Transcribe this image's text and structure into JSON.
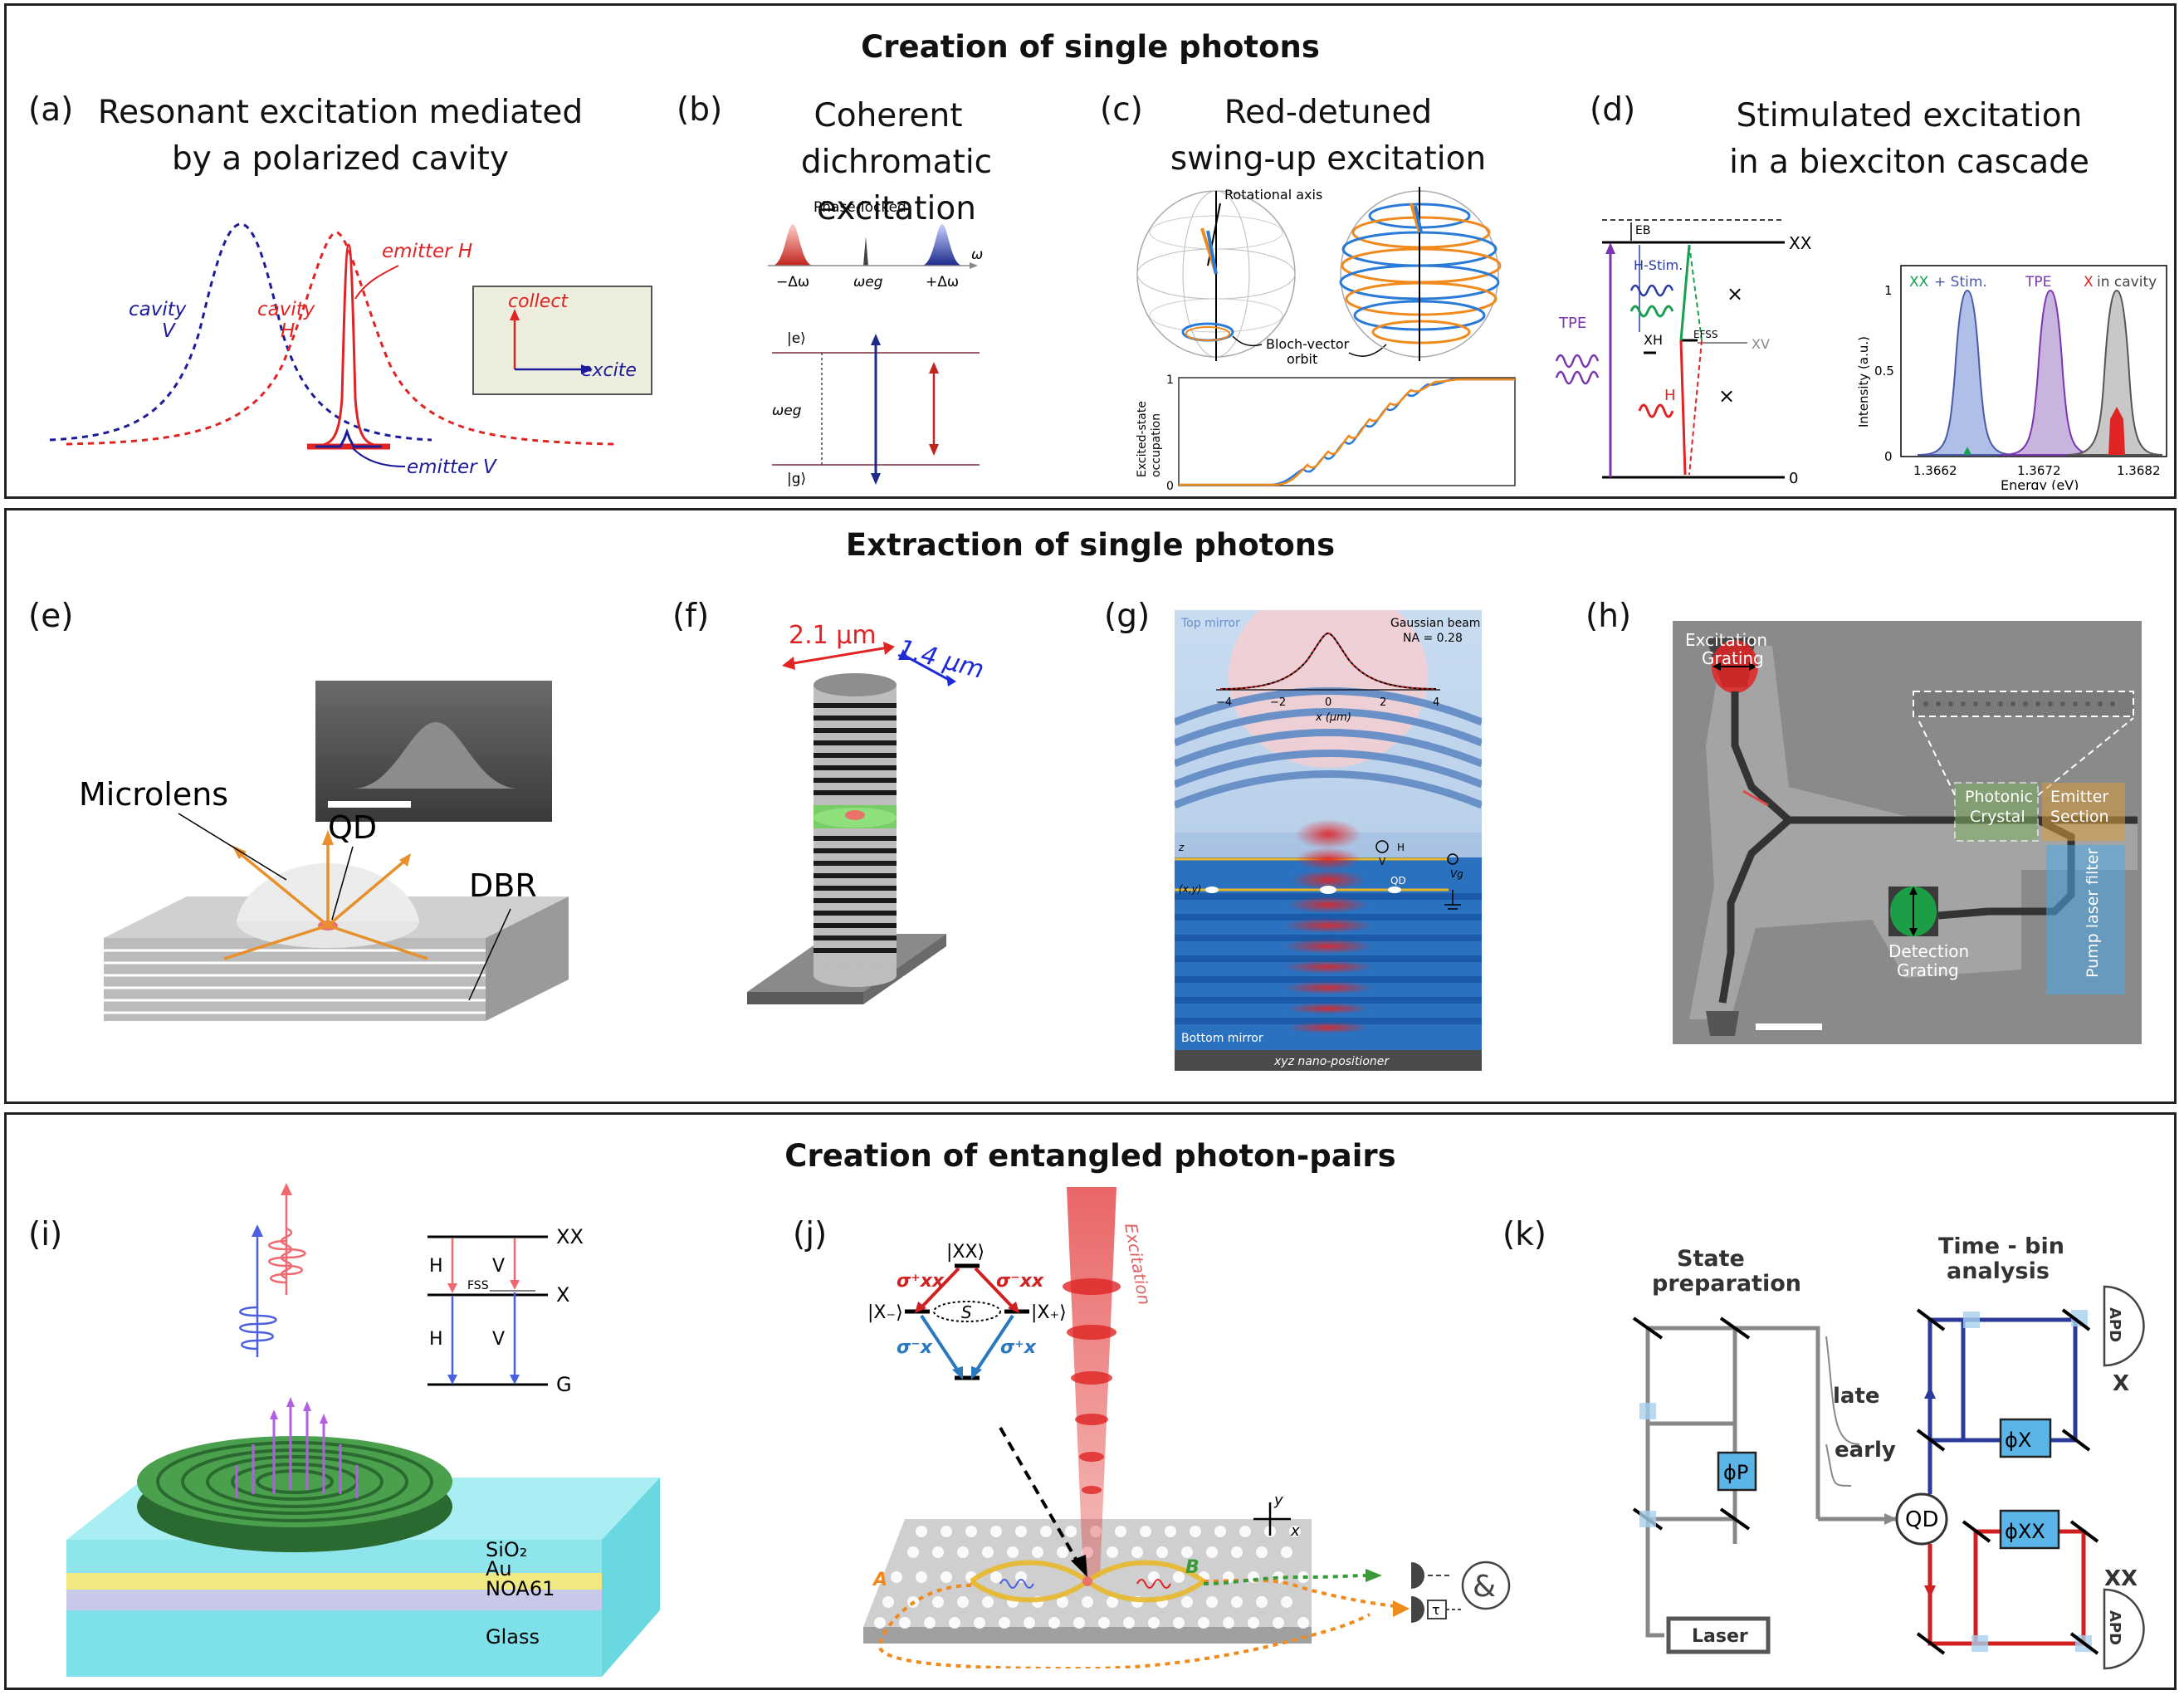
{
  "sections": {
    "s1": "Creation of single photons",
    "s2": "Extraction of single photons",
    "s3": "Creation of entangled photon-pairs"
  },
  "panels": {
    "a": {
      "label": "(a)",
      "title1": "Resonant excitation mediated",
      "title2": "by a polarized cavity",
      "cavityV1": "cavity",
      "cavityV2": "V",
      "cavityH1": "cavity",
      "cavityH2": "H",
      "emitterH": "emitter H",
      "emitterV": "emitter V",
      "collect": "collect",
      "excite": "excite"
    },
    "b": {
      "label": "(b)",
      "title1": "Coherent",
      "title2": "dichromatic excitation",
      "phase": "Phase-locked",
      "omega": "ω",
      "minus": "−Δω",
      "weg": "ωeg",
      "plus": "+Δω",
      "e": "|e⟩",
      "g": "|g⟩",
      "weg2": "ωeg"
    },
    "c": {
      "label": "(c)",
      "title1": "Red-detuned",
      "title2": "swing-up excitation",
      "rot": "Rotational axis",
      "orbit1": "Bloch-vector",
      "orbit2": "orbit",
      "ylabel1": "Excited-state",
      "ylabel2": "occupation",
      "y1": "1",
      "y0": "0"
    },
    "d": {
      "label": "(d)",
      "title1": "Stimulated excitation",
      "title2": "in a biexciton cascade",
      "eb": "EB",
      "xx": "XX",
      "hstim": "H-Stim.",
      "tpe": "TPE",
      "xh": "XH",
      "efss": "EFSS",
      "xv": "XV",
      "h": "H",
      "zero": "0",
      "leg_xx": "XX",
      "leg_stim": "+ Stim.",
      "leg_tpe": "TPE",
      "leg_x": "X",
      "leg_cav": "in cavity",
      "ylabel": "Intensity (a.u.)",
      "xlabel": "Energy (eV)",
      "yt1": "1",
      "yt05": "0.5",
      "yt0": "0",
      "xt1": "1.3662",
      "xt2": "1.3672",
      "xt3": "1.3682"
    },
    "e": {
      "label": "(e)",
      "microlens": "Microlens",
      "qd": "QD",
      "dbr": "DBR"
    },
    "f": {
      "label": "(f)",
      "d1": "2.1 μm",
      "d2": "1.4 μm"
    },
    "g": {
      "label": "(g)",
      "top": "Top mirror",
      "gb": "Gaussian beam",
      "na": "NA = 0.28",
      "xlabel": "x (μm)",
      "xt": [
        "−4",
        "−2",
        "0",
        "2",
        "4"
      ],
      "hv_h": "H",
      "hv_v": "V",
      "z": "z",
      "xy": "(x,y)",
      "qd": "QD",
      "vg": "Vg",
      "bottom": "Bottom mirror",
      "pos": "xyz nano-positioner"
    },
    "h": {
      "label": "(h)",
      "exc1": "Excitation",
      "exc2": "Grating",
      "pc1": "Photonic",
      "pc2": "Crystal",
      "em1": "Emitter",
      "em2": "Section",
      "pump": "Pump laser filter",
      "det1": "Detection",
      "det2": "Grating"
    },
    "i": {
      "label": "(i)",
      "xx": "XX",
      "x": "X",
      "g": "G",
      "h1": "H",
      "v1": "V",
      "h2": "H",
      "v2": "V",
      "fss": "FSS",
      "sio2": "SiO₂",
      "au": "Au",
      "noa": "NOA61",
      "glass": "Glass"
    },
    "j": {
      "label": "(j)",
      "xx": "|XX⟩",
      "xm": "|X₋⟩",
      "xp": "|X₊⟩",
      "s": "S",
      "exc": "Excitation",
      "sxxp": "σ⁺xx",
      "sxxm": "σ⁻xx",
      "sxm": "σ⁻x",
      "sxp": "σ⁺x",
      "a": "A",
      "b": "B",
      "amp": "&",
      "tau": "τ",
      "ax_y": "y",
      "ax_x": "x"
    },
    "k": {
      "label": "(k)",
      "sp1": "State",
      "sp2": "preparation",
      "tb1": "Time - bin",
      "tb2": "analysis",
      "late": "late",
      "early": "early",
      "phip": "ϕP",
      "qd": "QD",
      "phix": "ϕX",
      "phixx": "ϕXX",
      "laser": "Laser",
      "x": "X",
      "xx": "XX",
      "apd": "APD"
    }
  }
}
